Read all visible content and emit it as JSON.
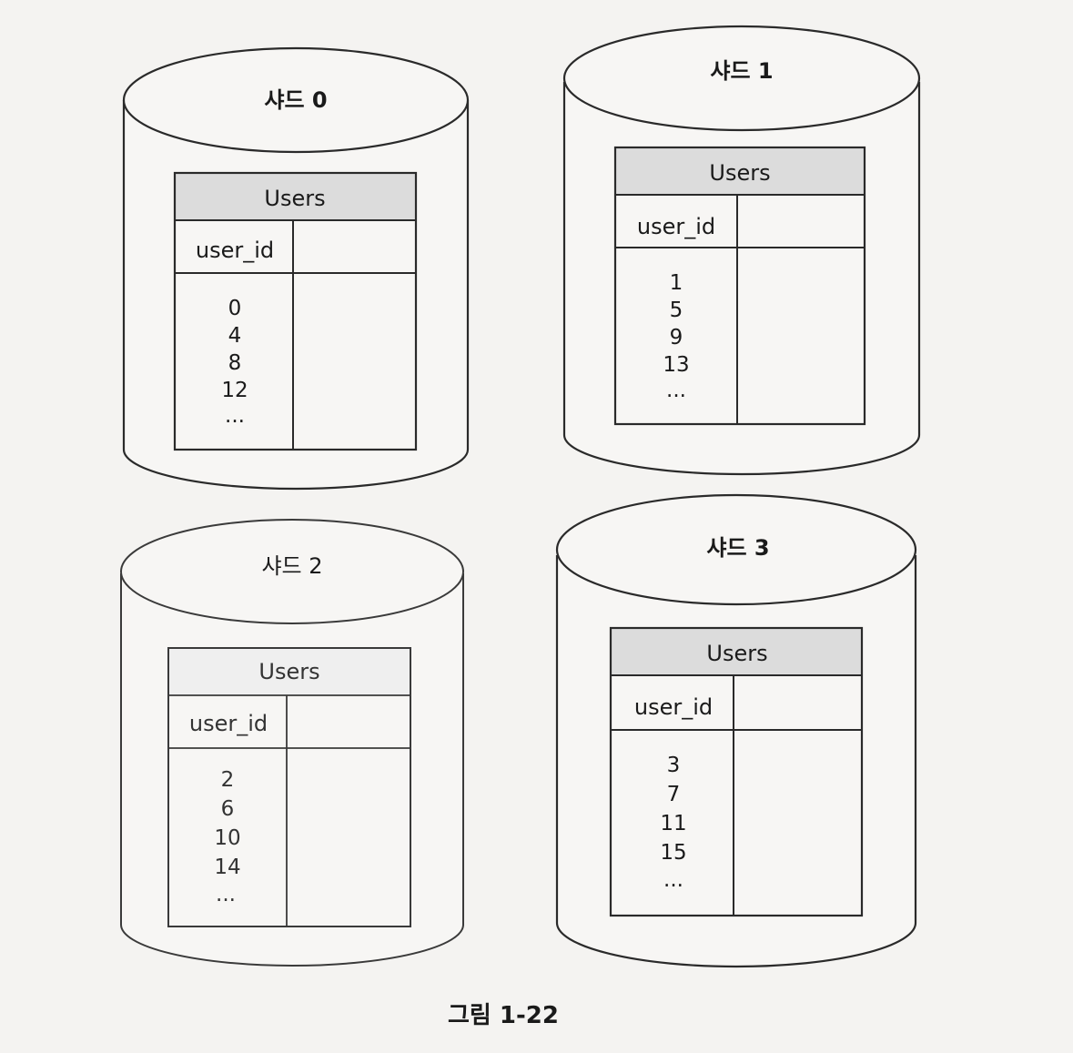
{
  "shards": [
    {
      "label": "샤드 0",
      "table": {
        "name": "Users",
        "column": "user_id",
        "ids": [
          "0",
          "4",
          "8",
          "12",
          "..."
        ]
      }
    },
    {
      "label": "샤드 1",
      "table": {
        "name": "Users",
        "column": "user_id",
        "ids": [
          "1",
          "5",
          "9",
          "13",
          "..."
        ]
      }
    },
    {
      "label": "샤드 2",
      "table": {
        "name": "Users",
        "column": "user_id",
        "ids": [
          "2",
          "6",
          "10",
          "14",
          "..."
        ]
      }
    },
    {
      "label": "샤드 3",
      "table": {
        "name": "Users",
        "column": "user_id",
        "ids": [
          "3",
          "7",
          "11",
          "15",
          "..."
        ]
      }
    }
  ],
  "caption": "그림 1-22",
  "colors": {
    "background": "#f4f3f1",
    "stroke": "#2a2a2a",
    "table_header_fill": "#dcdcdc"
  }
}
